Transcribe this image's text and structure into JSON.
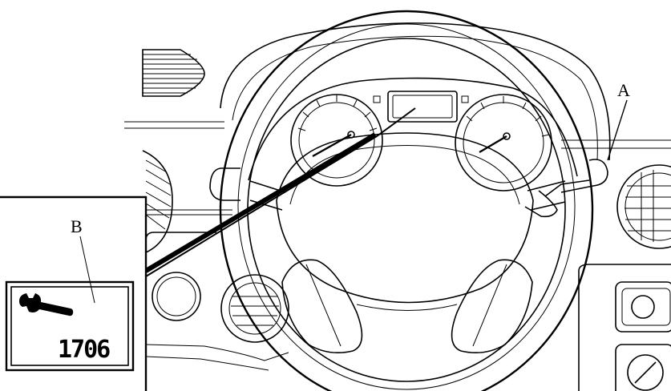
{
  "callouts": {
    "a": "A",
    "b": "B"
  },
  "display": {
    "value": "1706",
    "icon": "wrench-icon"
  }
}
